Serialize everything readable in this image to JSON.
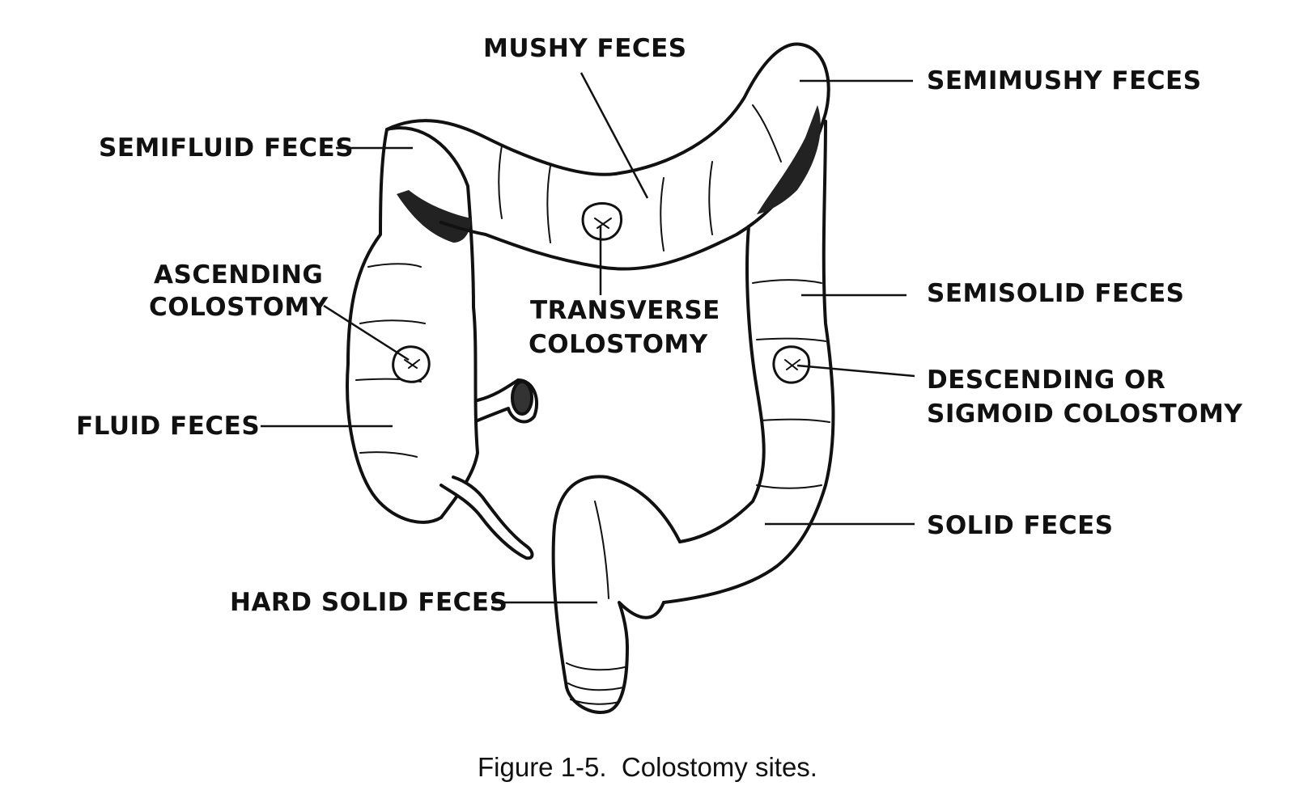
{
  "labels": {
    "mushy": "MUSHY FECES",
    "semimushy": "SEMIMUSHY FECES",
    "semifluid": "SEMIFLUID FECES",
    "ascending_1": "ASCENDING",
    "ascending_2": "COLOSTOMY",
    "transverse_1": "TRANSVERSE",
    "transverse_2": "COLOSTOMY",
    "semisolid": "SEMISOLID FECES",
    "descending_1": "DESCENDING OR",
    "descending_2": "SIGMOID COLOSTOMY",
    "fluid": "FLUID FECES",
    "solid": "SOLID FECES",
    "hard_solid": "HARD SOLID FECES"
  },
  "caption": "Figure 1-5.  Colostomy sites."
}
